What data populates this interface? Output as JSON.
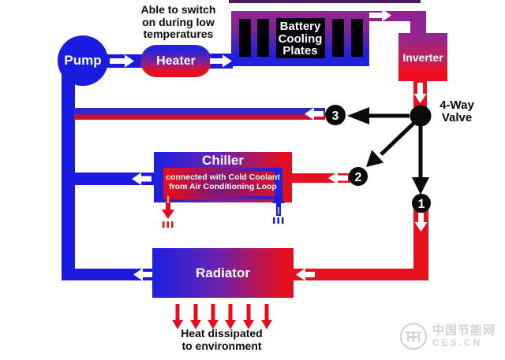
{
  "annotations": {
    "switch_note": {
      "lines": [
        "Able to switch",
        "on during low",
        "temperatures"
      ]
    },
    "heat_note": {
      "lines": [
        "Heat dissipated",
        "to environment"
      ]
    }
  },
  "components": {
    "pump": {
      "label": "Pump"
    },
    "heater": {
      "label": "Heater"
    },
    "battery_plates": {
      "lines": [
        "Battery",
        "Cooling",
        "Plates"
      ]
    },
    "inverter": {
      "label": "Inverter"
    },
    "valve": {
      "lines": [
        "4-Way",
        "Valve"
      ],
      "ports": [
        "1",
        "2",
        "3"
      ]
    },
    "chiller": {
      "label": "Chiller",
      "note_lines": [
        "connected with Cold Coolant",
        "from Air Conditioning Loop"
      ]
    },
    "radiator": {
      "label": "Radiator"
    }
  },
  "watermark": {
    "site_name": "中国节能网",
    "domain": "CES.CN"
  },
  "colors": {
    "coolant_cold_blue": "#1b1bdf",
    "coolant_hot_red": "#e6101f",
    "warm_purple": "#8f2492",
    "valve_black": "#0a0a0a"
  }
}
